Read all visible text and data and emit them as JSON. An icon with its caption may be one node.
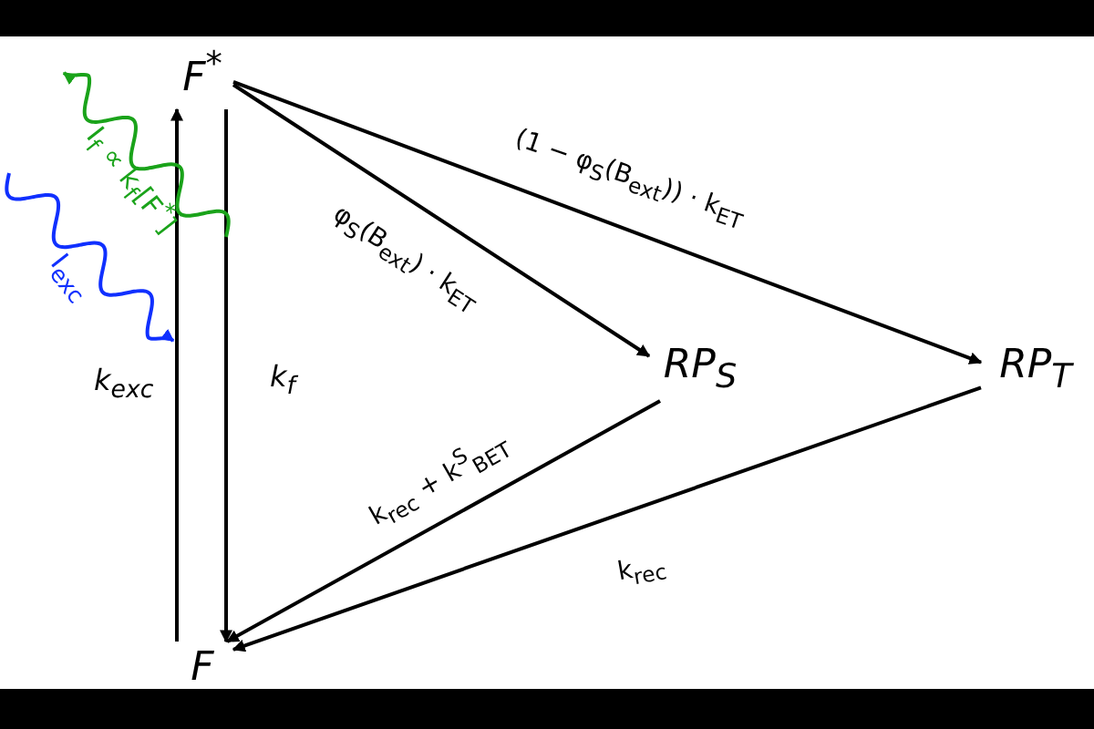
{
  "diagram": {
    "nodes": [
      {
        "text": [
          "F$^{*}$"
        ]
      },
      {
        "text": [
          "RP$_{S}$"
        ]
      },
      {
        "text": [
          "RP$_{T}$"
        ]
      },
      {
        "text": [
          "F"
        ]
      }
    ],
    "edges": [
      {
        "from": 3,
        "to": 0,
        "arrow": "to",
        "label": "k$_{exc}$"
      },
      {
        "from": 0,
        "to": 3,
        "arrow": "to",
        "label": "k$_{f}$"
      },
      {
        "from": 0,
        "to": 1,
        "arrow": "to",
        "label": "φ$_{S}$(B$_{ext}$) · k$_{ET}$"
      },
      {
        "from": 0,
        "to": 2,
        "arrow": "to",
        "label": "(1 − φ$_{S}$(B$_{ext}$)) · k$_{ET}$"
      },
      {
        "from": 1,
        "to": 3,
        "arrow": "to",
        "label": "k$_{rec}$ + k$^{S}$$_{BET}$"
      },
      {
        "from": 2,
        "to": 3,
        "arrow": "to",
        "label": "k$_{rec}$"
      }
    ],
    "labels": [
      "I$_{f}$ ∝ k$_{f}$[F$^{*}$]",
      "I$_{exc}$"
    ]
  }
}
